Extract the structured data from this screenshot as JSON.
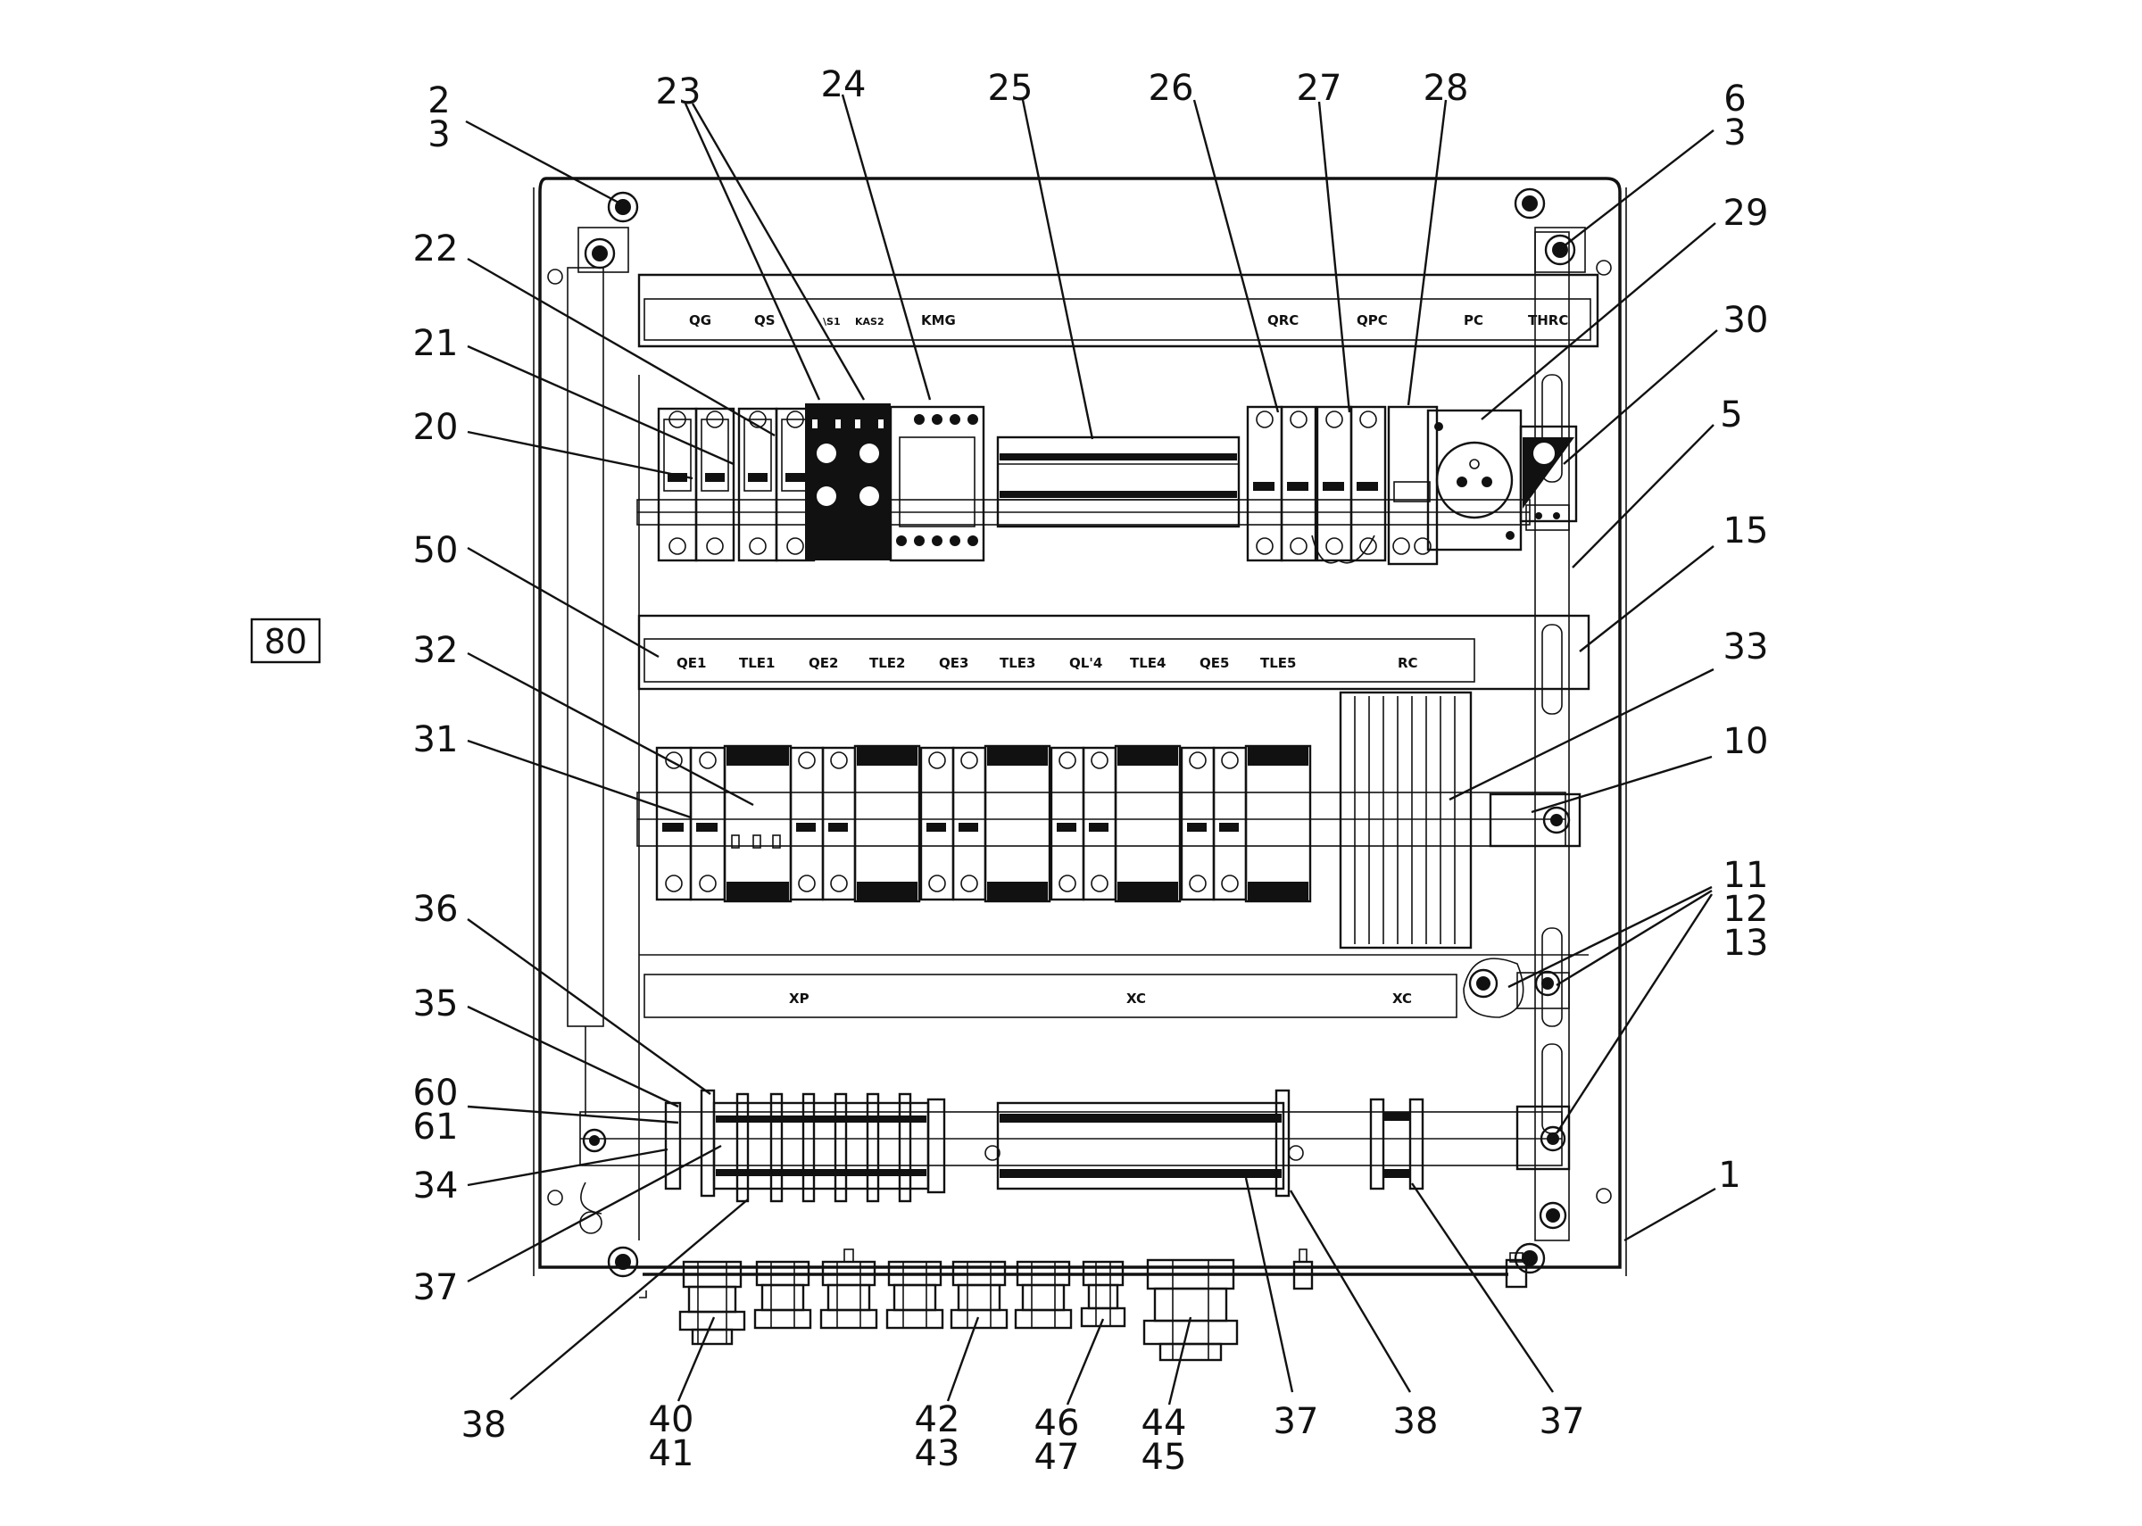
{
  "sheet_ref": "80",
  "callouts": [
    {
      "id": "c-2-3",
      "text": [
        "2",
        "3"
      ]
    },
    {
      "id": "c-23",
      "text": [
        "23"
      ]
    },
    {
      "id": "c-24",
      "text": [
        "24"
      ]
    },
    {
      "id": "c-25",
      "text": [
        "25"
      ]
    },
    {
      "id": "c-26",
      "text": [
        "26"
      ]
    },
    {
      "id": "c-27",
      "text": [
        "27"
      ]
    },
    {
      "id": "c-28",
      "text": [
        "28"
      ]
    },
    {
      "id": "c-6-3",
      "text": [
        "6",
        "3"
      ]
    },
    {
      "id": "c-29",
      "text": [
        "29"
      ]
    },
    {
      "id": "c-30",
      "text": [
        "30"
      ]
    },
    {
      "id": "c-5",
      "text": [
        "5"
      ]
    },
    {
      "id": "c-15",
      "text": [
        "15"
      ]
    },
    {
      "id": "c-33",
      "text": [
        "33"
      ]
    },
    {
      "id": "c-10",
      "text": [
        "10"
      ]
    },
    {
      "id": "c-11-12-13",
      "text": [
        "11",
        "12",
        "13"
      ]
    },
    {
      "id": "c-22",
      "text": [
        "22"
      ]
    },
    {
      "id": "c-21",
      "text": [
        "21"
      ]
    },
    {
      "id": "c-20",
      "text": [
        "20"
      ]
    },
    {
      "id": "c-50",
      "text": [
        "50"
      ]
    },
    {
      "id": "c-32",
      "text": [
        "32"
      ]
    },
    {
      "id": "c-31",
      "text": [
        "31"
      ]
    },
    {
      "id": "c-36",
      "text": [
        "36"
      ]
    },
    {
      "id": "c-35",
      "text": [
        "35"
      ]
    },
    {
      "id": "c-60-61",
      "text": [
        "60",
        "61"
      ]
    },
    {
      "id": "c-34",
      "text": [
        "34"
      ]
    },
    {
      "id": "c-37a",
      "text": [
        "37"
      ]
    },
    {
      "id": "c-38a",
      "text": [
        "38"
      ]
    },
    {
      "id": "c-40-41",
      "text": [
        "40",
        "41"
      ]
    },
    {
      "id": "c-42-43",
      "text": [
        "42",
        "43"
      ]
    },
    {
      "id": "c-46-47",
      "text": [
        "46",
        "47"
      ]
    },
    {
      "id": "c-44-45",
      "text": [
        "44",
        "45"
      ]
    },
    {
      "id": "c-37b",
      "text": [
        "37"
      ]
    },
    {
      "id": "c-38b",
      "text": [
        "38"
      ]
    },
    {
      "id": "c-37c",
      "text": [
        "37"
      ]
    },
    {
      "id": "c-1",
      "text": [
        "1"
      ]
    }
  ],
  "rail_labels": {
    "top": [
      "QG",
      "QS",
      "\\S1",
      "KAS2",
      "KMG",
      "QRC",
      "QPC",
      "PC",
      "THRC"
    ],
    "middle": [
      "QE1",
      "TLE1",
      "QE2",
      "TLE2",
      "QE3",
      "TLE3",
      "QL'4",
      "TLE4",
      "QE5",
      "TLE5",
      "RC"
    ],
    "bottom": [
      "XP",
      "XC",
      "XC"
    ]
  }
}
